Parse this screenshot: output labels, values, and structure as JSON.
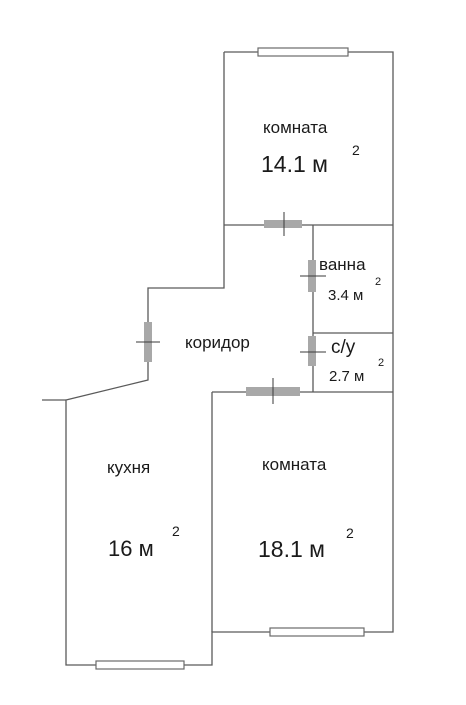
{
  "rooms": {
    "room_top": {
      "name": "комната",
      "area_value": "14.1 м",
      "area_exp": "2"
    },
    "bath": {
      "name": "ванна",
      "area_value": "3.4 м",
      "area_exp": "2"
    },
    "corridor": {
      "name": "коридор"
    },
    "wc": {
      "name": "с/у",
      "area_value": "2.7 м",
      "area_exp": "2"
    },
    "kitchen": {
      "name": "кухня",
      "area_value": "16 м",
      "area_exp": "2"
    },
    "room_bottom": {
      "name": "комната",
      "area_value": "18.1 м",
      "area_exp": "2"
    }
  },
  "colors": {
    "wall": "#5a5a5a",
    "door": "#a8a8a8",
    "window_frame": "#6a6a6a"
  }
}
